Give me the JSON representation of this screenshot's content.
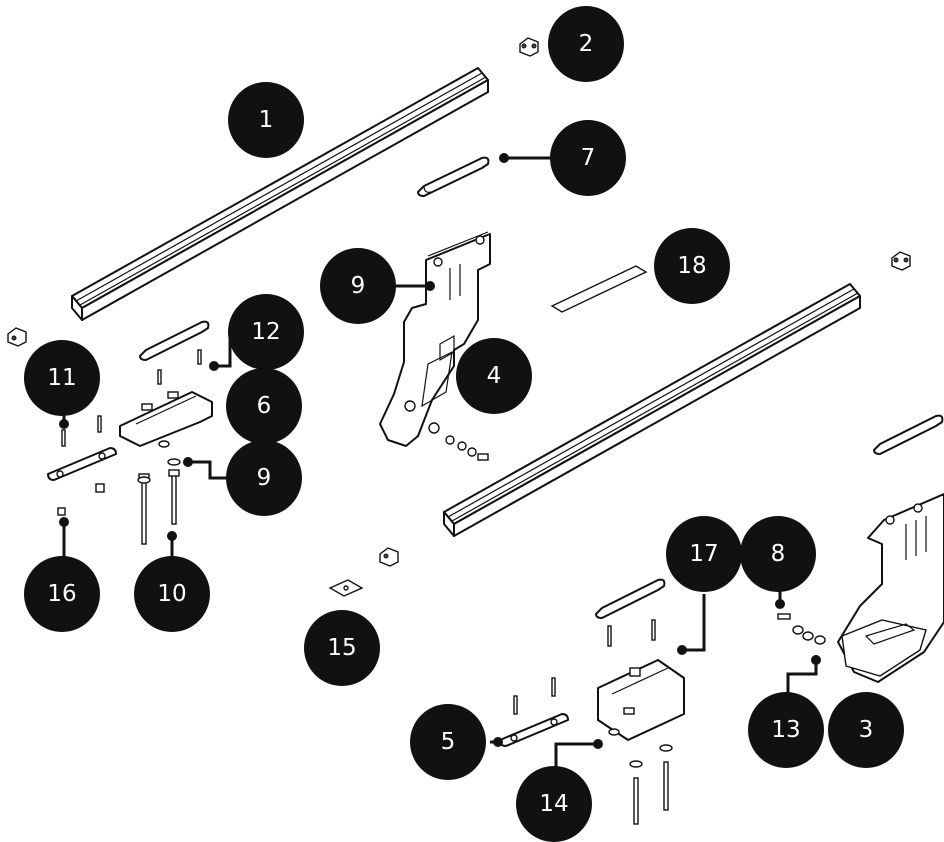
{
  "diagram": {
    "callouts": [
      {
        "label": "1"
      },
      {
        "label": "2"
      },
      {
        "label": "7"
      },
      {
        "label": "18"
      },
      {
        "label": "9"
      },
      {
        "label": "4"
      },
      {
        "label": "12"
      },
      {
        "label": "11"
      },
      {
        "label": "6"
      },
      {
        "label": "9"
      },
      {
        "label": "16"
      },
      {
        "label": "10"
      },
      {
        "label": "15"
      },
      {
        "label": "17"
      },
      {
        "label": "8"
      },
      {
        "label": "5"
      },
      {
        "label": "14"
      },
      {
        "label": "13"
      },
      {
        "label": "3"
      }
    ]
  }
}
